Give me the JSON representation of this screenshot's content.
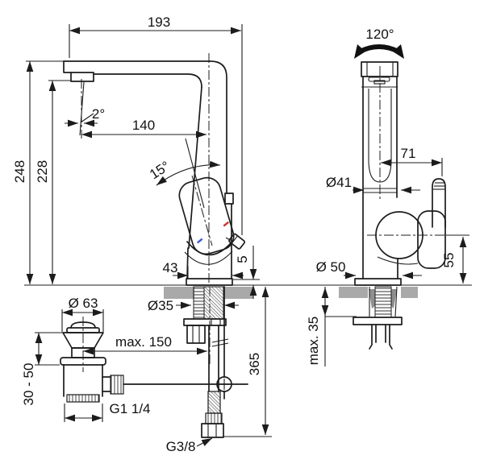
{
  "drawing": {
    "title": "faucet-dimension-drawing",
    "left_view": {
      "dims": {
        "spout_reach": "193",
        "spout_angle": "2°",
        "outlet_to_axis": "140",
        "handle_tilt": "15°",
        "total_height": "248",
        "outlet_height": "228",
        "body_width": "43",
        "base_plate_height": "5",
        "waste_flange_dia": "Ø 63",
        "deck_hole_dia": "Ø35",
        "rod_reach": "max. 150",
        "waste_adjust_range": "30 - 50",
        "waste_thread": "G1 1/4",
        "hose_length": "365",
        "hose_thread": "G3/8"
      }
    },
    "right_view": {
      "dims": {
        "swivel_angle": "120°",
        "handle_reach": "71",
        "body_dia": "Ø41",
        "base_dia": "Ø 50",
        "handle_axis_height": "55",
        "deck_thickness": "max. 35"
      }
    },
    "colors": {
      "line": "#1c1c1c",
      "deck_gray": "#a9a9a9",
      "hot_red": "#cc3333",
      "cold_blue": "#3a5bd9"
    }
  }
}
